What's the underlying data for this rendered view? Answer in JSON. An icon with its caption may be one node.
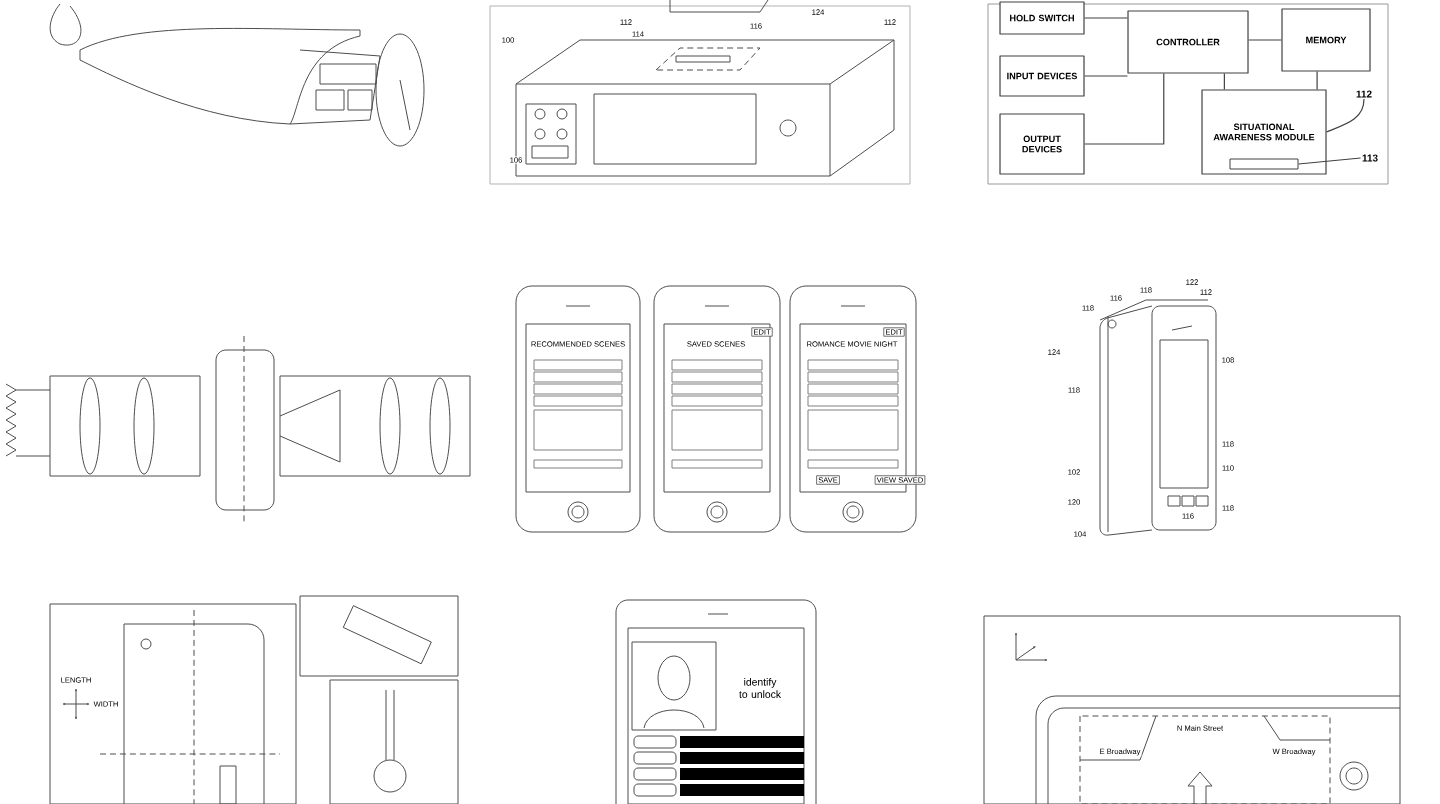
{
  "diagram": {
    "nodes": [
      {
        "text": [
          "HOLD SWITCH"
        ]
      },
      {
        "text": [
          "CONTROLLER"
        ]
      },
      {
        "text": [
          "MEMORY"
        ]
      },
      {
        "text": [
          "INPUT DEVICES"
        ]
      },
      {
        "text": [
          "OUTPUT DEVICES"
        ]
      },
      {
        "text": [
          "SITUATIONAL AWARENESS MODULE"
        ]
      },
      {
        "text": [
          "112"
        ]
      },
      {
        "text": [
          "113"
        ]
      },
      {
        "text": [],
        "shape": "bar",
        "in": 5
      }
    ],
    "edges": [
      {
        "from": 0,
        "to": 1,
        "arrow": "none"
      },
      {
        "from": 3,
        "to": 1,
        "arrow": "none"
      },
      {
        "from": 4,
        "to": 1,
        "arrow": "none"
      },
      {
        "from": 1,
        "to": 2,
        "arrow": "none"
      },
      {
        "from": 1,
        "to": 5,
        "arrow": "none"
      },
      {
        "from": 2,
        "to": 5,
        "arrow": "none"
      },
      {
        "from": 6,
        "to": 5,
        "arrow": "none"
      },
      {
        "from": 7,
        "to": 8,
        "arrow": "none"
      }
    ],
    "labels": [
      "100",
      "112",
      "114",
      "116",
      "112",
      "106",
      "124",
      "RECOMMENDED SCENES",
      "SAVED SCENES",
      "EDIT",
      "ROMANCE MOVIE NIGHT",
      "EDIT",
      "SAVE",
      "VIEW SAVED",
      "122",
      "118",
      "116",
      "118",
      "112",
      "124",
      "108",
      "118",
      "102",
      "118",
      "110",
      "120",
      "118",
      "116",
      "104",
      "LENGTH",
      "WIDTH",
      "identify to unlock",
      "N Main Street",
      "E Broadway",
      "W Broadway"
    ]
  }
}
